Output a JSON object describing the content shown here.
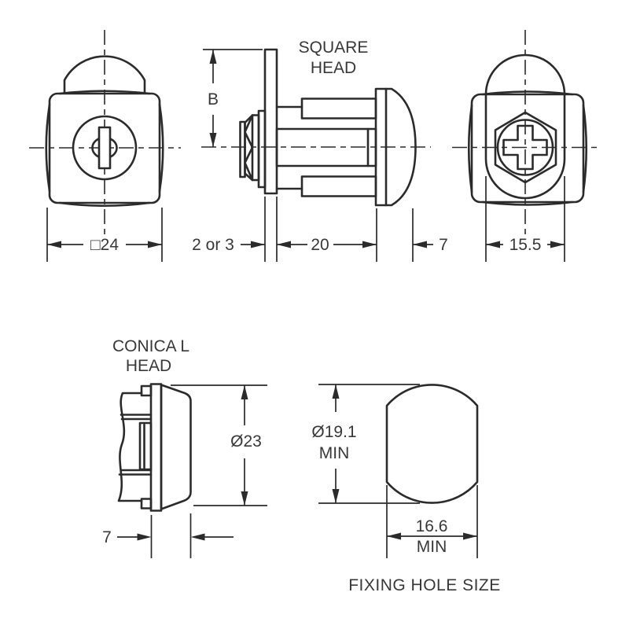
{
  "page": {
    "background": "#ffffff",
    "line_color": "#2b2b2b",
    "text_color": "#383838"
  },
  "views": {
    "front": {
      "dim_width": "□24"
    },
    "side": {
      "title_line1": "SQUARE",
      "title_line2": "HEAD",
      "dim_height": "B",
      "dim_flange_thickness": "2 or 3",
      "dim_body_length": "20",
      "dim_head_depth": "7"
    },
    "back": {
      "dim_body_width": "15.5"
    },
    "conical": {
      "title_line1": "CONICA L",
      "title_line2": "HEAD",
      "dim_diameter": "Ø23",
      "dim_head_depth": "7"
    },
    "fixing_hole": {
      "dim_diameter": "Ø19.1",
      "dim_diameter_qualifier": "MIN",
      "dim_width": "16.6",
      "dim_width_qualifier": "MIN",
      "caption": "FIXING HOLE SIZE"
    }
  }
}
